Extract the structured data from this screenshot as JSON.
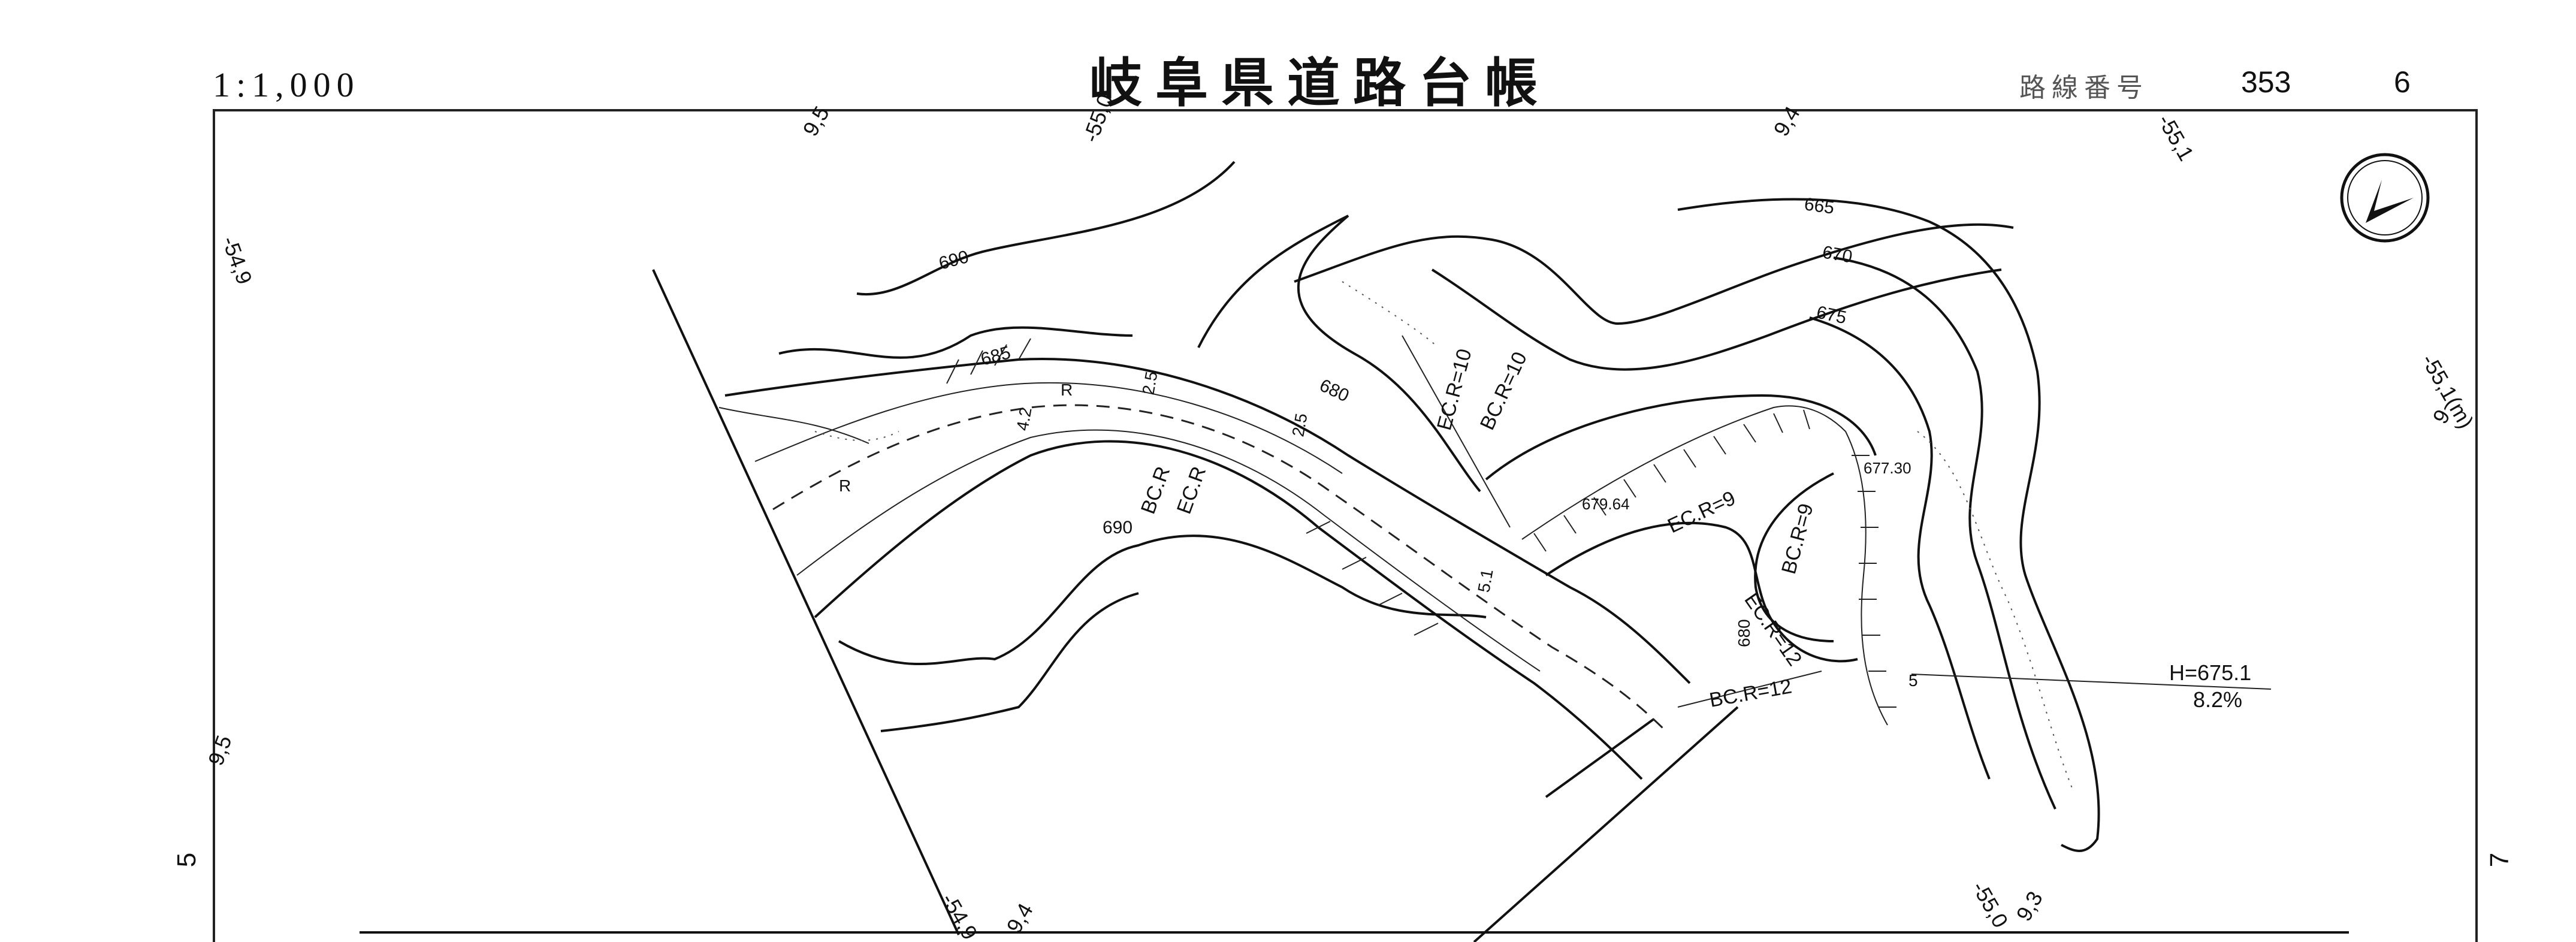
{
  "header": {
    "scale": "1:1,000",
    "title": "岐阜県道路台帳",
    "route_label": "路線番号",
    "route_number": "353",
    "sheet_number": "6"
  },
  "adjacent_sheets": {
    "left": "5",
    "right": "7"
  },
  "grid_labels": {
    "top_9_5": "9,5",
    "top_55_0": "-55,0",
    "top_9_4": "9,4",
    "top_55_1": "-55,1",
    "left_54_9": "-54,9",
    "left_9_5": "9,5",
    "right_55_1": "-55,1(m)",
    "right_9": "9",
    "bottom_54_9": "-54,9",
    "bottom_9_4": "9,4",
    "bottom_55_0": "-55,0",
    "bottom_9_3": "9,3"
  },
  "contour_labels": {
    "c690_a": "690",
    "c685": "685",
    "c680_a": "680",
    "c690_b": "690",
    "c665": "665",
    "c670": "670",
    "c675": "675",
    "c680_b": "680"
  },
  "curve_labels": {
    "ec_r10": "EC.R=10",
    "bc_r10": "BC.R=10",
    "bc_r": "BC.R",
    "ec_r": "EC.R",
    "ec_r9": "EC.R=9",
    "bc_r9": "BC.R=9",
    "ec_r12": "EC.R=12",
    "bc_r12": "BC.R=12"
  },
  "elevations": {
    "e677": "677.30",
    "e679": "679.64"
  },
  "gradient": {
    "height": "H=675.1",
    "percent": "8.2%"
  },
  "misc_labels": {
    "r1": "R",
    "r2": "R",
    "n1": "2.5",
    "n2": "2.5",
    "n3": "4.2",
    "n4": "5.1",
    "n5": "5"
  }
}
